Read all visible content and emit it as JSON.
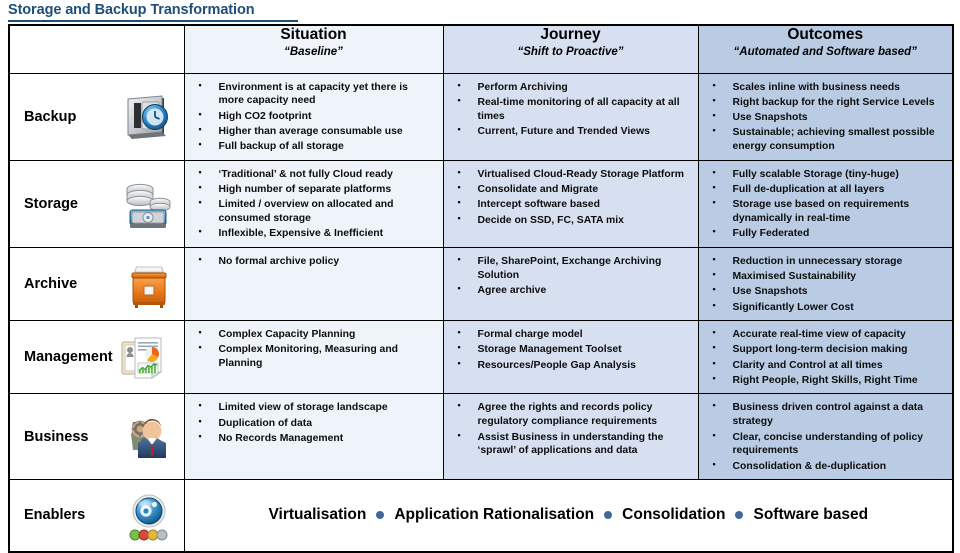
{
  "title": "Storage and Backup Transformation",
  "colors": {
    "title": "#1f4e79",
    "situation_bg": "#eff4fa",
    "journey_bg": "#d6e0f0",
    "outcomes_bg": "#b9cce4",
    "border": "#000000",
    "enabler_dot": "#40679c"
  },
  "header": {
    "blank": "",
    "columns": [
      {
        "title": "Situation",
        "subtitle": "“Baseline”"
      },
      {
        "title": "Journey",
        "subtitle": "“Shift to Proactive”"
      },
      {
        "title": "Outcomes",
        "subtitle": "“Automated and Software based”"
      }
    ]
  },
  "rows": [
    {
      "label": "Backup",
      "icon": "safe-vault-clock-icon",
      "situation": [
        "Environment is at capacity yet there is more capacity need",
        "High CO2 footprint",
        "Higher than average consumable use",
        "Full backup of all storage"
      ],
      "journey": [
        "Perform Archiving",
        "Real-time monitoring of all capacity at all times",
        "Current, Future and Trended Views"
      ],
      "outcomes": [
        "Scales inline with business needs",
        "Right backup for the right Service Levels",
        "Use Snapshots",
        "Sustainable; achieving smallest possible energy consumption"
      ]
    },
    {
      "label": "Storage",
      "icon": "disk-stack-icon",
      "situation": [
        "‘Traditional’ & not fully Cloud ready",
        "High number of separate platforms",
        "Limited  / overview on allocated and consumed storage",
        "Inflexible, Expensive & Inefficient"
      ],
      "journey": [
        "Virtualised Cloud-Ready Storage Platform",
        "Consolidate and Migrate",
        "Intercept software based",
        "Decide on SSD, FC, SATA mix"
      ],
      "outcomes": [
        "Fully scalable Storage (tiny-huge)",
        "Full de-duplication at all layers",
        "Storage use based on requirements dynamically in real-time",
        "Fully Federated"
      ]
    },
    {
      "label": "Archive",
      "icon": "file-cabinet-icon",
      "situation": [
        "No formal archive policy"
      ],
      "journey": [
        "File, SharePoint, Exchange Archiving Solution",
        "Agree archive"
      ],
      "outcomes": [
        "Reduction in unnecessary storage",
        "Maximised Sustainability",
        "Use Snapshots",
        "Significantly Lower Cost"
      ]
    },
    {
      "label": "Management",
      "icon": "report-chart-clipboard-icon",
      "situation": [
        "Complex Capacity Planning",
        "Complex Monitoring, Measuring and Planning"
      ],
      "journey": [
        "Formal charge model",
        "Storage Management Toolset",
        "Resources/People Gap Analysis"
      ],
      "outcomes": [
        "Accurate real-time view of capacity",
        "Support long-term decision making",
        "Clarity and Control at all times",
        "Right People, Right Skills, Right Time"
      ]
    },
    {
      "label": "Business",
      "icon": "businessman-gear-icon",
      "situation": [
        "Limited view of storage landscape",
        "Duplication of data",
        "No Records Management"
      ],
      "journey": [
        "Agree the rights and records policy regulatory compliance requirements",
        "Assist Business in understanding the ‘sprawl’ of applications and data"
      ],
      "outcomes": [
        "Business driven control against a data strategy",
        "Clear, concise understanding of policy requirements",
        "Consolidation & de-duplication"
      ]
    }
  ],
  "enablers": {
    "label": "Enablers",
    "icon": "blue-orb-badges-icon",
    "items": [
      "Virtualisation",
      "Application Rationalisation",
      "Consolidation",
      "Software based"
    ]
  }
}
